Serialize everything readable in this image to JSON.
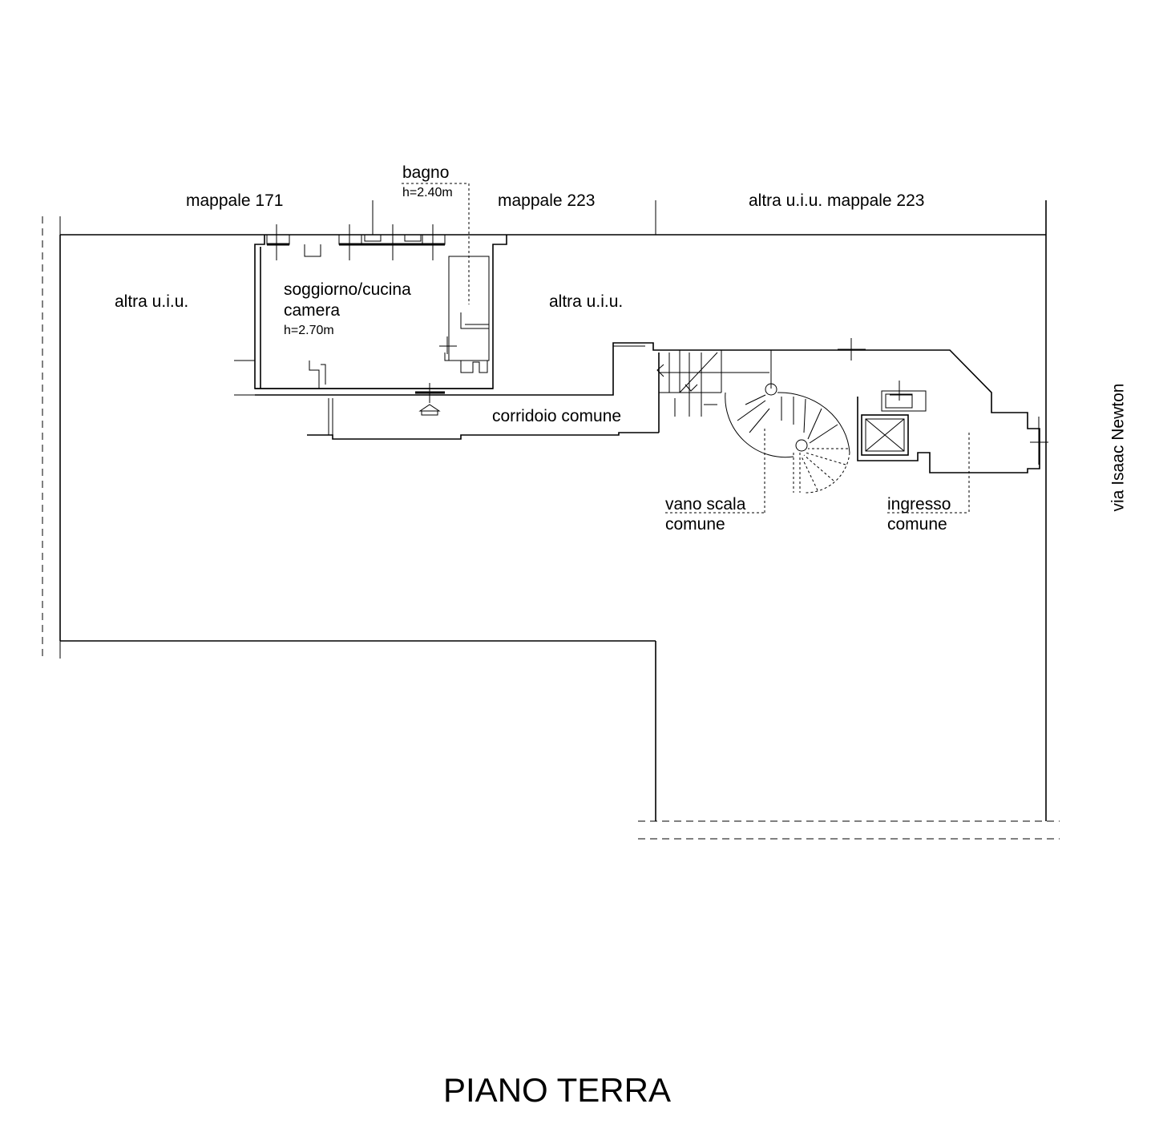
{
  "labels": {
    "bagno": "bagno",
    "bagno_height": "h=2.40m",
    "mappale_171": "mappale 171",
    "mappale_223": "mappale 223",
    "altra_mappale_223": "altra u.i.u. mappale 223",
    "altra_uiu_left": "altra u.i.u.",
    "altra_uiu_right": "altra u.i.u.",
    "soggiorno": "soggiorno/cucina",
    "camera": "camera",
    "room_height": "h=2.70m",
    "corridoio": "corridoio comune",
    "vano_scala": "vano scala",
    "vano_comune": "comune",
    "ingresso": "ingresso",
    "ingresso_comune": "comune",
    "street": "via Isaac Newton"
  },
  "title": "PIANO TERRA"
}
